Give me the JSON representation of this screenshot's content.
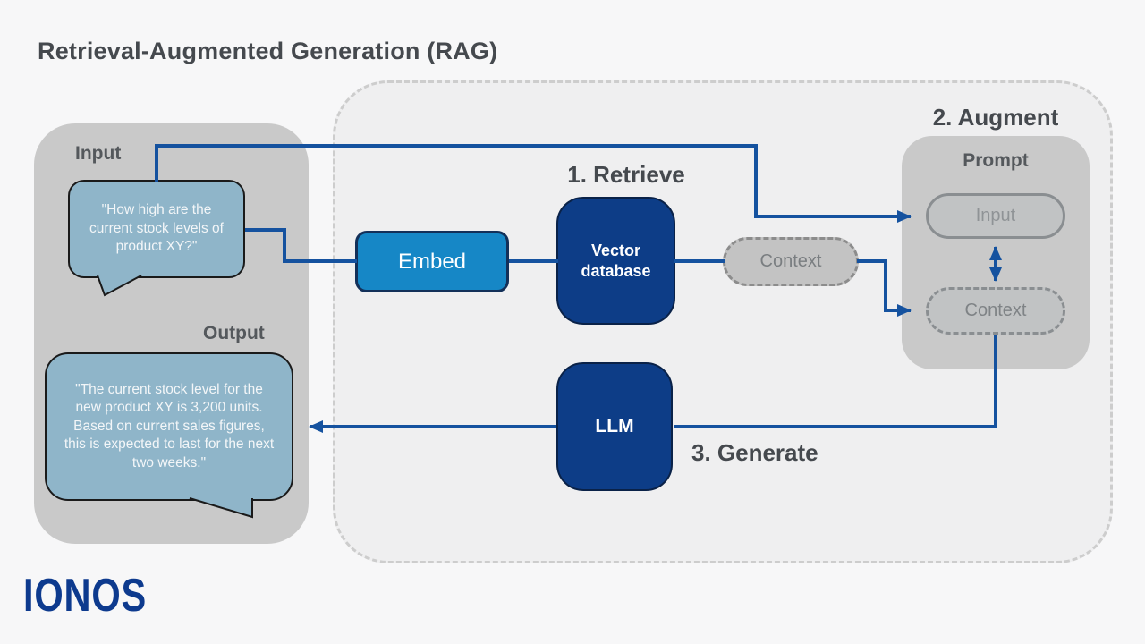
{
  "title": "Retrieval-Augmented Generation (RAG)",
  "left_panel": {
    "input_label": "Input",
    "input_bubble_text": "\"How high are the current stock levels of product XY?\"",
    "output_label": "Output",
    "output_bubble_text": "\"The current stock level for the new product XY is 3,200 units. Based on current sales figures, this is expected to last for the next two weeks.\""
  },
  "pipeline": {
    "step1_label": "1. Retrieve",
    "step2_label": "2. Augment",
    "step3_label": "3. Generate",
    "embed_label": "Embed",
    "vector_db_label": "Vector database",
    "context_label": "Context",
    "llm_label": "LLM"
  },
  "prompt_panel": {
    "title": "Prompt",
    "input_label": "Input",
    "context_label": "Context"
  },
  "logo_text": "IONOS",
  "colors": {
    "background": "#f7f7f8",
    "container_fill": "#efeff0",
    "container_dash": "#cdcdcd",
    "panel_gray": "#c9c9c9",
    "bubble_blue": "#8fb5c9",
    "embed_blue": "#1687c6",
    "navy_node": "#0d3d87",
    "connector_blue": "#15529f",
    "heading_gray": "#45494e",
    "pill_gray": "#c1c3c4",
    "pill_border": "#8a8e91",
    "logo_navy": "#0d3a8e"
  }
}
